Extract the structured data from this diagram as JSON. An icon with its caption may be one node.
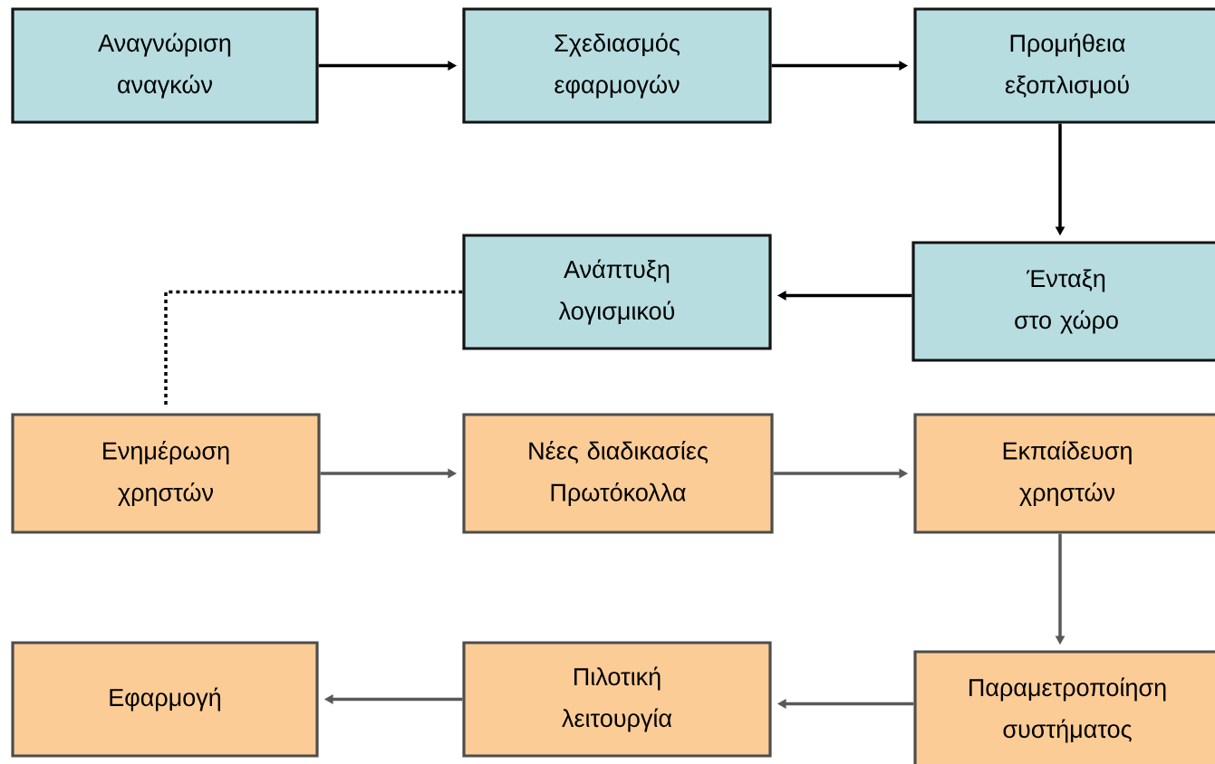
{
  "diagram": {
    "nodes": [
      {
        "text": [
          "Αναγνώριση αναγκών"
        ]
      },
      {
        "text": [
          "Σχεδιασμός εφαρμογών"
        ]
      },
      {
        "text": [
          "Προμήθεια εξοπλισμού"
        ]
      },
      {
        "text": [
          "Ανάπτυξη λογισμικού"
        ]
      },
      {
        "text": [
          "Ένταξη στο χώρο"
        ]
      },
      {
        "text": [
          "Ενημέρωση χρηστών"
        ]
      },
      {
        "text": [
          "Νέες διαδικασίες Πρωτόκολλα"
        ]
      },
      {
        "text": [
          "Εκπαίδευση χρηστών"
        ]
      },
      {
        "text": [
          "Εφαρμογή"
        ]
      },
      {
        "text": [
          "Πιλοτική λειτουργία"
        ]
      },
      {
        "text": [
          "Παραμετροποίηση συστήματος"
        ]
      }
    ],
    "edges": [
      {
        "from": 0,
        "to": 1,
        "arrow": "to"
      },
      {
        "from": 1,
        "to": 2,
        "arrow": "to"
      },
      {
        "from": 2,
        "to": 4,
        "arrow": "to"
      },
      {
        "from": 4,
        "to": 3,
        "arrow": "to"
      },
      {
        "from": 3,
        "to": 5,
        "arrow": "none",
        "style": "dashed"
      },
      {
        "from": 5,
        "to": 6,
        "arrow": "to",
        "color": "#595959"
      },
      {
        "from": 6,
        "to": 7,
        "arrow": "to",
        "color": "#595959"
      },
      {
        "from": 7,
        "to": 10,
        "arrow": "to",
        "color": "#595959"
      },
      {
        "from": 10,
        "to": 9,
        "arrow": "to",
        "color": "#595959"
      },
      {
        "from": 9,
        "to": 8,
        "arrow": "to",
        "color": "#595959"
      }
    ]
  }
}
